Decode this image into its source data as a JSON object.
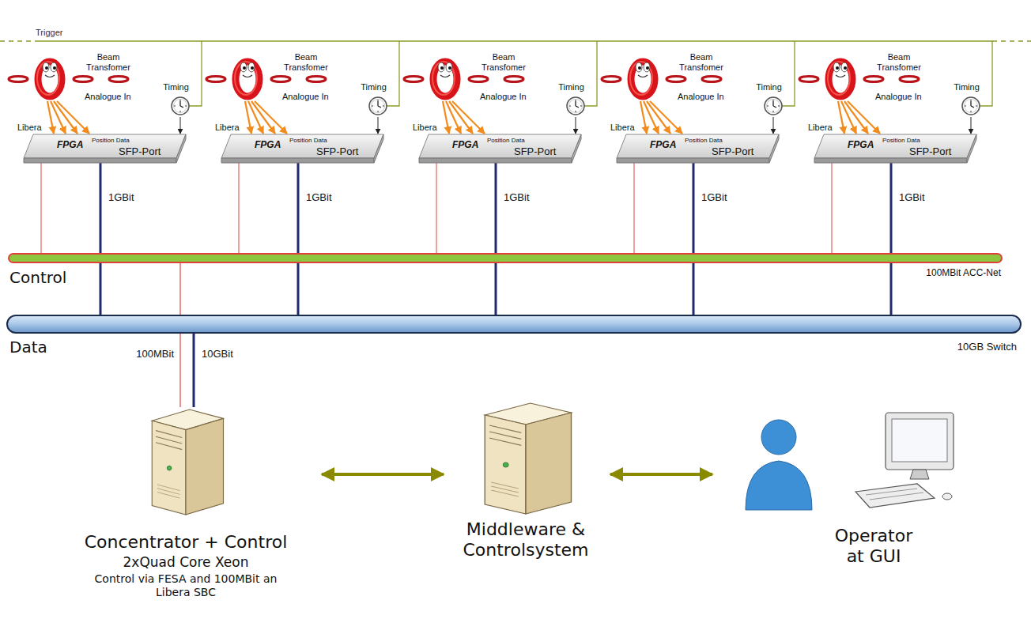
{
  "diagram": {
    "nodes": [
      {
        "text": [
          "Beam Transfomer"
        ]
      },
      {
        "text": [
          "Timing"
        ]
      },
      {
        "text": [
          "Libera",
          "FPGA",
          "Position Data",
          "SFP-Port"
        ]
      },
      {
        "text": [
          "Beam Transfomer"
        ]
      },
      {
        "text": [
          "Timing"
        ]
      },
      {
        "text": [
          "Libera",
          "FPGA",
          "Position Data",
          "SFP-Port"
        ]
      },
      {
        "text": [
          "Beam Transfomer"
        ]
      },
      {
        "text": [
          "Timing"
        ]
      },
      {
        "text": [
          "Libera",
          "FPGA",
          "Position Data",
          "SFP-Port"
        ]
      },
      {
        "text": [
          "Beam Transfomer"
        ]
      },
      {
        "text": [
          "Timing"
        ]
      },
      {
        "text": [
          "Libera",
          "FPGA",
          "Position Data",
          "SFP-Port"
        ]
      },
      {
        "text": [
          "Beam Transfomer"
        ]
      },
      {
        "text": [
          "Timing"
        ]
      },
      {
        "text": [
          "Libera",
          "FPGA",
          "Position Data",
          "SFP-Port"
        ]
      },
      {
        "text": [
          "Control",
          "100MBit ACC-Net"
        ]
      },
      {
        "text": [
          "Data",
          "10GB Switch"
        ]
      },
      {
        "text": [
          "Concentrator + Control",
          "2xQuad Core Xeon",
          "Control via FESA and 100MBit an Libera SBC"
        ]
      },
      {
        "text": [
          "Middleware & Controlsystem"
        ]
      },
      {
        "text": [
          "Operator at GUI"
        ]
      }
    ],
    "edges": [
      {
        "from": 0,
        "to": 2,
        "label": "Analogue In",
        "arrow": "to"
      },
      {
        "from": 1,
        "to": 2,
        "arrow": "to"
      },
      {
        "from": 2,
        "to": 16,
        "label": "1GBit",
        "arrow": "none"
      },
      {
        "from": 2,
        "to": 15,
        "arrow": "none"
      },
      {
        "from": 3,
        "to": 5,
        "label": "Analogue In",
        "arrow": "to"
      },
      {
        "from": 4,
        "to": 5,
        "arrow": "to"
      },
      {
        "from": 5,
        "to": 16,
        "label": "1GBit",
        "arrow": "none"
      },
      {
        "from": 5,
        "to": 15,
        "arrow": "none"
      },
      {
        "from": 6,
        "to": 8,
        "label": "Analogue In",
        "arrow": "to"
      },
      {
        "from": 7,
        "to": 8,
        "arrow": "to"
      },
      {
        "from": 8,
        "to": 16,
        "label": "1GBit",
        "arrow": "none"
      },
      {
        "from": 8,
        "to": 15,
        "arrow": "none"
      },
      {
        "from": 9,
        "to": 11,
        "label": "Analogue In",
        "arrow": "to"
      },
      {
        "from": 10,
        "to": 11,
        "arrow": "to"
      },
      {
        "from": 11,
        "to": 16,
        "label": "1GBit",
        "arrow": "none"
      },
      {
        "from": 11,
        "to": 15,
        "arrow": "none"
      },
      {
        "from": 12,
        "to": 14,
        "label": "Analogue In",
        "arrow": "to"
      },
      {
        "from": 13,
        "to": 14,
        "arrow": "to"
      },
      {
        "from": 14,
        "to": 16,
        "label": "1GBit",
        "arrow": "none"
      },
      {
        "from": 14,
        "to": 15,
        "arrow": "none"
      },
      {
        "from": 15,
        "to": 17,
        "label": "100MBit",
        "arrow": "none"
      },
      {
        "from": 16,
        "to": 17,
        "label": "10GBit",
        "arrow": "none"
      },
      {
        "from": 17,
        "to": 18,
        "arrow": "both"
      },
      {
        "from": 18,
        "to": 19,
        "arrow": "both"
      }
    ],
    "labels": [
      "Trigger"
    ]
  }
}
